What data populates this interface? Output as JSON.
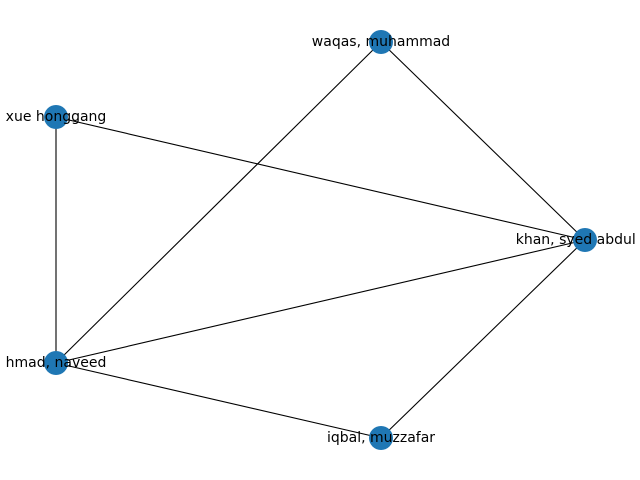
{
  "graph": {
    "node_color": "#1f77b4",
    "edge_color": "#000000",
    "nodes": [
      {
        "id": "waqas",
        "label": "waqas, muhammad"
      },
      {
        "id": "xue",
        "label": "xue honggang"
      },
      {
        "id": "khan",
        "label": "khan, syed abdul re"
      },
      {
        "id": "ahmad",
        "label": "hmad, naveed"
      },
      {
        "id": "iqbal",
        "label": "iqbal, muzzafar"
      }
    ],
    "edges": [
      {
        "source": "waqas",
        "target": "khan"
      },
      {
        "source": "waqas",
        "target": "ahmad"
      },
      {
        "source": "xue",
        "target": "khan"
      },
      {
        "source": "xue",
        "target": "ahmad"
      },
      {
        "source": "khan",
        "target": "ahmad"
      },
      {
        "source": "khan",
        "target": "iqbal"
      },
      {
        "source": "ahmad",
        "target": "iqbal"
      }
    ]
  }
}
